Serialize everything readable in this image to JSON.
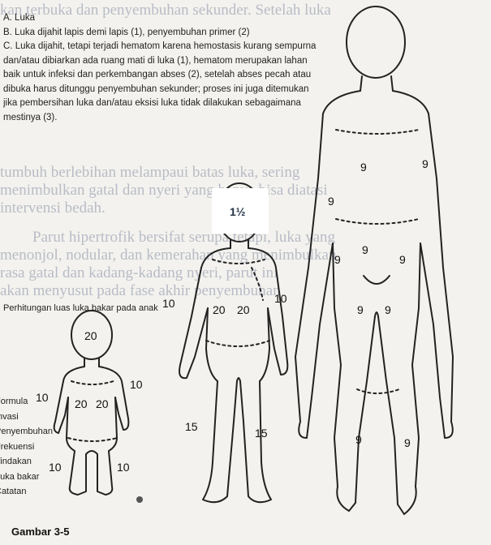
{
  "figure": {
    "caption": "Gambar 3-5",
    "box_label": "1½",
    "child": {
      "head": "20",
      "arm_left": "10",
      "arm_right": "10",
      "trunk_left": "20",
      "trunk_right": "20",
      "leg_left": "10",
      "leg_right": "10"
    },
    "youth": {
      "arm_left": "10",
      "arm_right": "10",
      "trunk_left": "20",
      "trunk_right": "20",
      "leg_left": "15",
      "leg_right": "15"
    },
    "adult": {
      "chest": "9",
      "arm_left": "9",
      "arm_right": "9",
      "abdomen": "9",
      "thigh_left": "9",
      "thigh_right": "9",
      "groin_left": "9",
      "groin_right": "9",
      "shin_left": "9",
      "shin_right": "9"
    }
  },
  "text": {
    "lines": [
      "A. Luka",
      "B. Luka dijahit lapis demi lapis (1), penyembuhan primer (2)",
      "C. Luka dijahit, tetapi terjadi hematom karena hemostasis kurang sempurna",
      "dan/atau dibiarkan ada ruang mati di luka (1), hematom merupakan lahan",
      "baik untuk infeksi dan perkembangan abses (2), setelah abses pecah atau",
      "dibuka harus ditunggu penyembuhan sekunder; proses ini juga ditemukan",
      "jika pembersihan luka dan/atau eksisi luka tidak dilakukan sebagaimana",
      "mestinya (3)."
    ],
    "label_line": "Perhitungan luas luka bakar pada anak",
    "table": [
      "Formula",
      "Invasi",
      "Penyembuhan",
      "Frekuensi",
      "Tindakan",
      "Luka bakar",
      "Catatan"
    ]
  },
  "bleed": {
    "top": "kan terbuka dan penyembuhan sekunder. Setelah luka",
    "mid": [
      "tumbuh berlebihan melampaui batas luka, sering",
      "menimbulkan gatal dan nyeri yang hanya bisa diatasi",
      "intervensi bedah.",
      "Parut hipertrofik bersifat serupa tetapi, luka yang",
      "menonjol, nodular, dan kemerahan yang menimbulkan",
      "rasa gatal dan kadang-kadang nyeri, parut ini",
      "akan menyusut pada fase akhir penyembuhan"
    ]
  }
}
